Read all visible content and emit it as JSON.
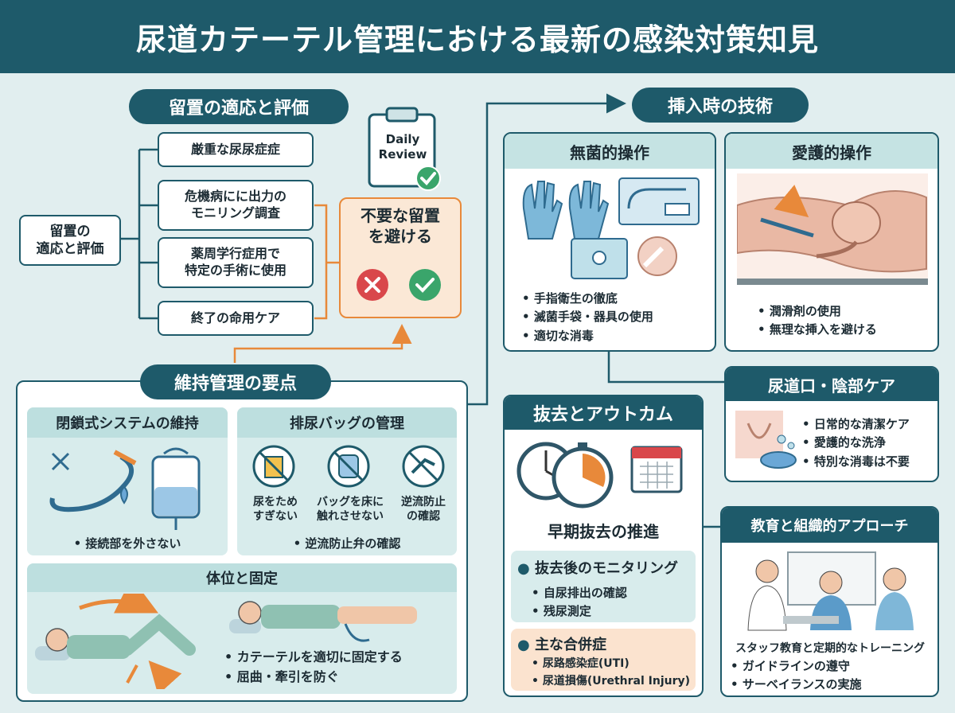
{
  "title": "尿道カテーテル管理における最新の感染対策知見",
  "indication": {
    "heading": "留置の適応と評価",
    "root": "留置の\n適応と評価",
    "items": [
      "厳重な尿尿症症",
      "危機病にに出力の\nモニリング調査",
      "薬周学行症用で\n特定の手術に使用",
      "終了の命用ケア"
    ],
    "clipboard": "Daily\nReview",
    "avoid": "不要な留置\nを避ける"
  },
  "insertion": {
    "heading": "挿入時の技術",
    "aseptic": {
      "title": "無菌的操作",
      "bullets": [
        "手指衛生の徹底",
        "滅菌手袋・器具の使用",
        "適切な消毒"
      ]
    },
    "gentle": {
      "title": "愛護的操作",
      "bullets": [
        "潤滑剤の使用",
        "無理な挿入を避ける"
      ]
    }
  },
  "periurethral": {
    "title": "尿道口・陰部ケア",
    "bullets": [
      "日常的な清潔ケア",
      "愛護的な洗浄",
      "特別な消毒は不要"
    ]
  },
  "maintenance": {
    "heading": "維持管理の要点",
    "closed": {
      "title": "閉鎖式システムの維持",
      "bullet": "接続部を外さない"
    },
    "bag": {
      "title": "排尿バッグの管理",
      "icons": [
        "尿をため\nすぎない",
        "バッグを床に\n触れさせない",
        "逆流防止\nの確認"
      ],
      "bullet": "逆流防止弁の確認"
    },
    "position": {
      "title": "体位と固定",
      "bullets": [
        "カテーテルを適切に固定する",
        "屈曲・牽引を防ぐ"
      ]
    }
  },
  "removal": {
    "heading": "抜去とアウトカム",
    "early": "早期抜去の推進",
    "monitoring": {
      "title": "抜去後のモニタリング",
      "bullets": [
        "自尿排出の確認",
        "残尿測定"
      ]
    },
    "complications": {
      "title": "主な合併症",
      "bullets": [
        "尿路感染症(UTI)",
        "尿道損傷(Urethral Injury)"
      ]
    }
  },
  "education": {
    "title": "教育と組織的アプローチ",
    "caption": "スタッフ教育と定期的なトレーニング",
    "bullets": [
      "ガイドラインの遵守",
      "サーベイランスの実施"
    ]
  },
  "colors": {
    "primary": "#1e5a6a",
    "accent": "#e8893a",
    "light": "#c5e3e3",
    "bg": "#e1eeef",
    "check": "#3aa56b",
    "cross": "#d9474b"
  }
}
